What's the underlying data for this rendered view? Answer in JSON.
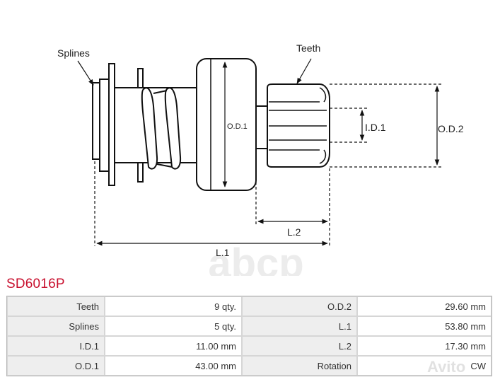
{
  "diagram": {
    "labels": {
      "splines": "Splines",
      "teeth": "Teeth",
      "od1": "O.D.1",
      "id1": "I.D.1",
      "od2": "O.D.2",
      "l1": "L.1",
      "l2": "L.2"
    },
    "watermark_text": "abcp"
  },
  "part_code": "SD6016P",
  "specs": {
    "rows": [
      [
        "Teeth",
        "9 qty.",
        "O.D.2",
        "29.60 mm"
      ],
      [
        "Splines",
        "5 qty.",
        "L.1",
        "53.80 mm"
      ],
      [
        "I.D.1",
        "11.00 mm",
        "L.2",
        "17.30 mm"
      ],
      [
        "O.D.1",
        "43.00 mm",
        "Rotation",
        "CW"
      ]
    ]
  },
  "watermark_corner": "Avito",
  "colors": {
    "part_code": "#c8102e",
    "key_cell_bg": "#eeeeee"
  }
}
